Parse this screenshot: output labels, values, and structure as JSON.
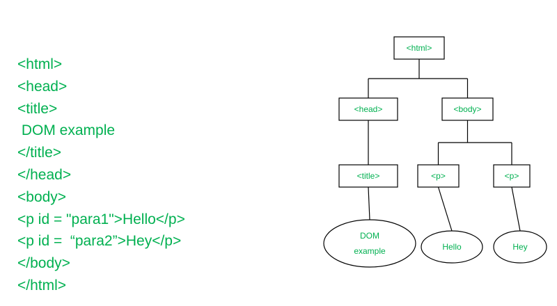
{
  "accent_color": "#00b050",
  "code_lines": [
    "<html>",
    "<head>",
    "<title>",
    " DOM example",
    "</title>",
    "</head>",
    "<body>",
    "<p id = \"para1\">Hello</p>",
    "<p id =  “para2”>Hey</p>",
    "</body>",
    "</html>"
  ],
  "tree": {
    "nodes": [
      {
        "id": "html",
        "label": "<html>",
        "shape": "rect",
        "parent": null
      },
      {
        "id": "head",
        "label": "<head>",
        "shape": "rect",
        "parent": "html"
      },
      {
        "id": "body",
        "label": "<body>",
        "shape": "rect",
        "parent": "html"
      },
      {
        "id": "title",
        "label": "<title>",
        "shape": "rect",
        "parent": "head"
      },
      {
        "id": "p1",
        "label": "<p>",
        "shape": "rect",
        "parent": "body"
      },
      {
        "id": "p2",
        "label": "<p>",
        "shape": "rect",
        "parent": "body"
      },
      {
        "id": "text-dom",
        "label": [
          "DOM",
          "example"
        ],
        "shape": "ellipse",
        "parent": "title"
      },
      {
        "id": "text-hello",
        "label": "Hello",
        "shape": "ellipse",
        "parent": "p1"
      },
      {
        "id": "text-hey",
        "label": "Hey",
        "shape": "ellipse",
        "parent": "p2"
      }
    ]
  }
}
